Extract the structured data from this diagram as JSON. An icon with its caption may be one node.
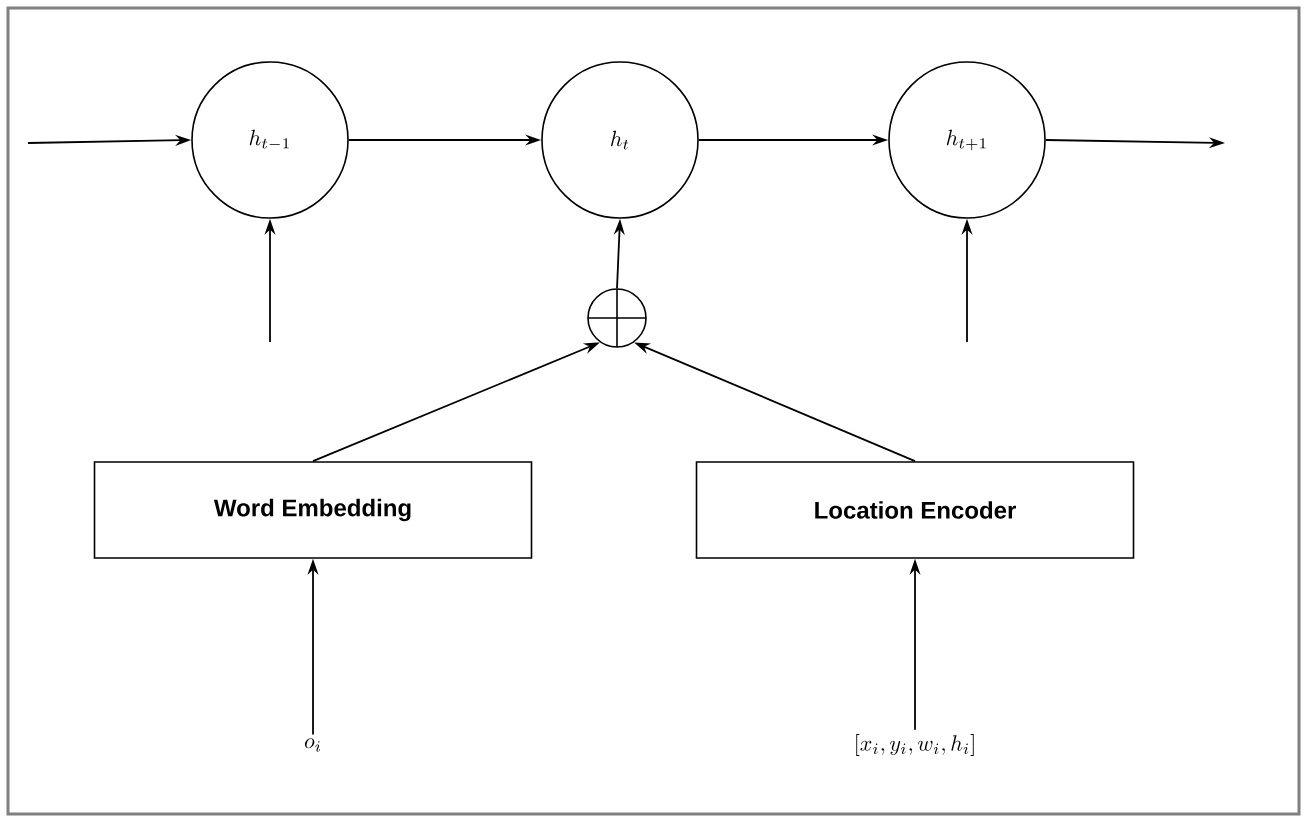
{
  "diagram": {
    "nodes": [
      {
        "text": [
          "h_{t-1}"
        ]
      },
      {
        "text": [
          "h_t"
        ]
      },
      {
        "text": [
          "h_{t+1}"
        ]
      },
      {
        "text": [],
        "shape": "circle"
      },
      {
        "text": [
          "Word Embedding"
        ]
      },
      {
        "text": [
          "Location Encoder"
        ]
      },
      {
        "text": [
          "o_i"
        ]
      },
      {
        "text": [
          "[x_i, y_i, w_i, h_i]"
        ]
      }
    ],
    "edges": [
      {
        "from": null,
        "to": 0,
        "arrow": "to"
      },
      {
        "from": 0,
        "to": 1,
        "arrow": "to"
      },
      {
        "from": 1,
        "to": 2,
        "arrow": "to"
      },
      {
        "from": 2,
        "to": null,
        "arrow": "to"
      },
      {
        "from": null,
        "to": 0,
        "arrow": "to"
      },
      {
        "from": null,
        "to": 2,
        "arrow": "to"
      },
      {
        "from": 3,
        "to": 1,
        "arrow": "to"
      },
      {
        "from": 4,
        "to": 3,
        "arrow": "to"
      },
      {
        "from": 5,
        "to": 3,
        "arrow": "to"
      },
      {
        "from": 6,
        "to": 4,
        "arrow": "to"
      },
      {
        "from": 7,
        "to": 5,
        "arrow": "to"
      }
    ]
  }
}
